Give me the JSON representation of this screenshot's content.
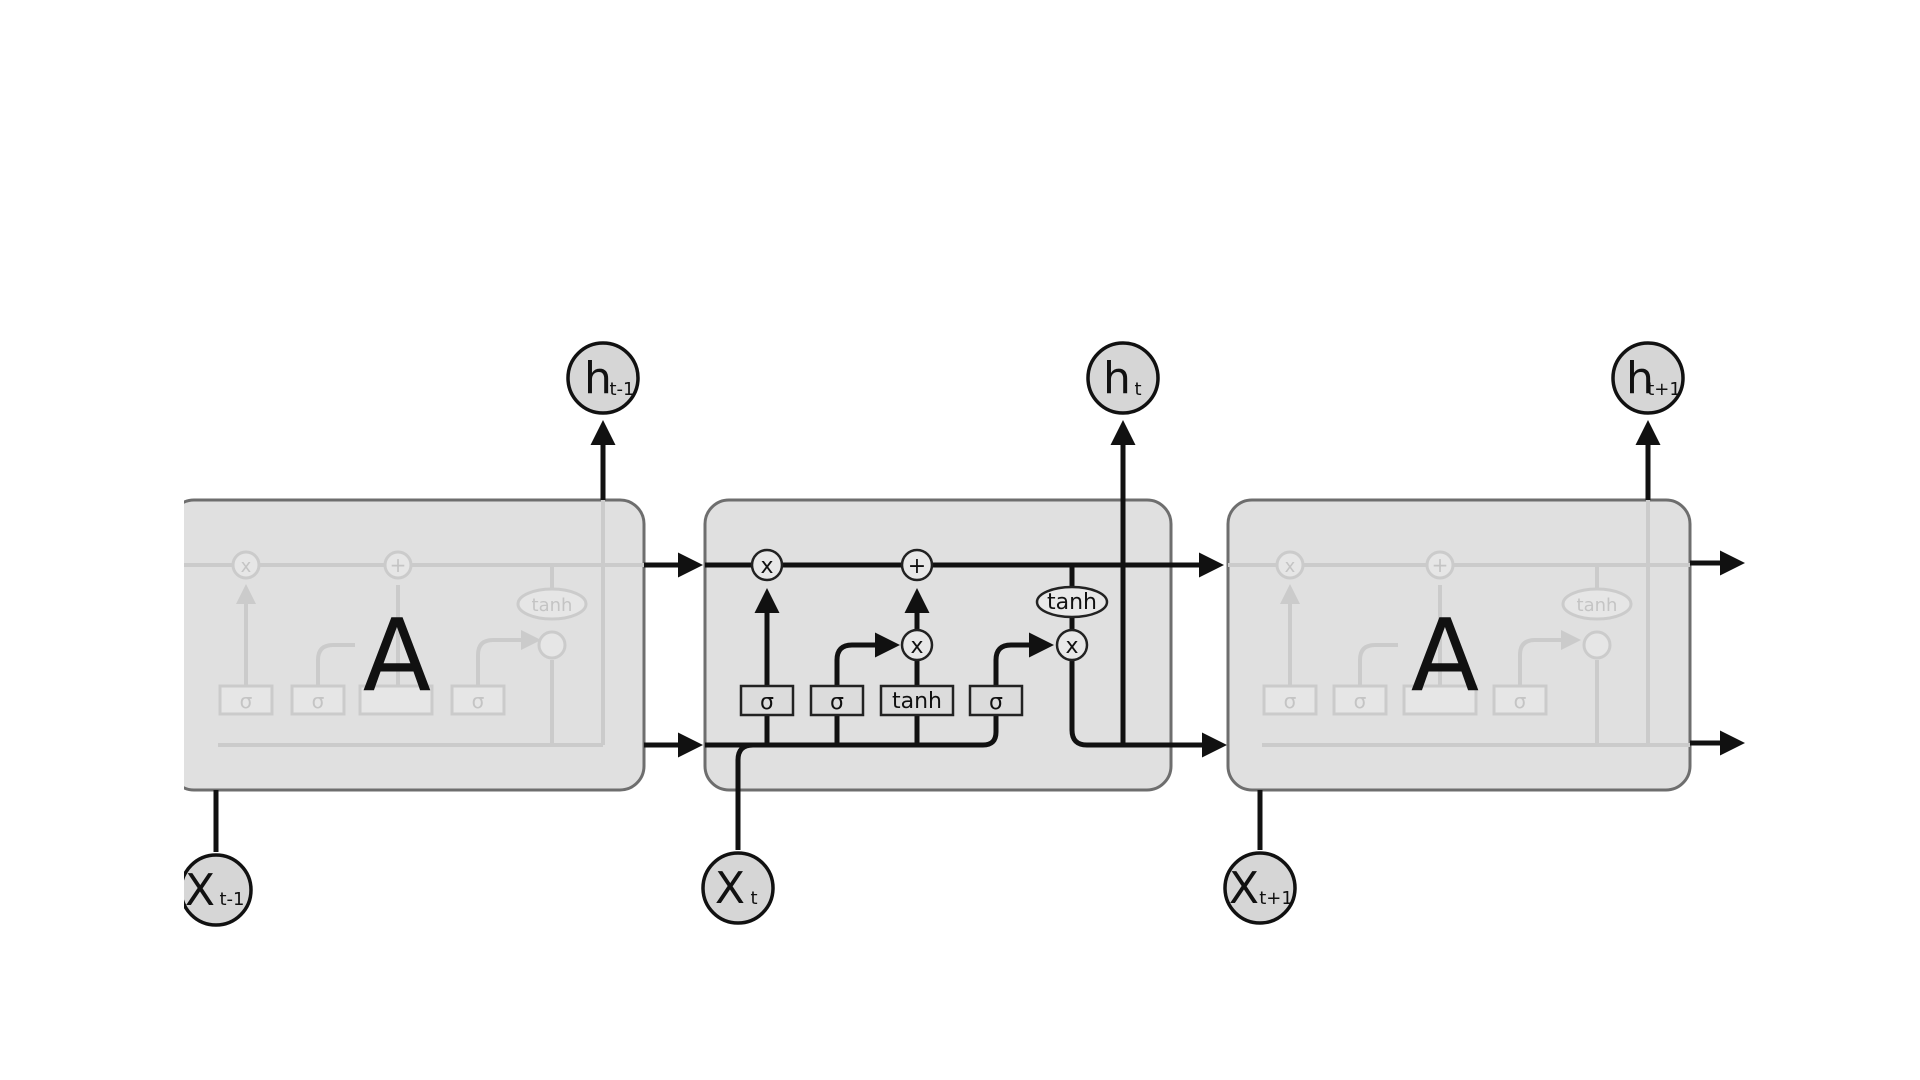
{
  "cells": {
    "left_label": "A",
    "right_label": "A"
  },
  "gates": {
    "forget": "σ",
    "input": "σ",
    "candidate": "tanh",
    "output": "σ"
  },
  "ops": {
    "multiply": "x",
    "add": "+",
    "tanh": "tanh"
  },
  "outputs": [
    {
      "main": "h",
      "sub": "t-1"
    },
    {
      "main": "h",
      "sub": "t"
    },
    {
      "main": "h",
      "sub": "t+1"
    }
  ],
  "inputs": [
    {
      "main": "X",
      "sub": "t-1"
    },
    {
      "main": "X",
      "sub": "t"
    },
    {
      "main": "X",
      "sub": "t+1"
    }
  ],
  "faint": {
    "sigma": "σ",
    "tanh": "tanh",
    "multiply": "x",
    "add": "+"
  }
}
